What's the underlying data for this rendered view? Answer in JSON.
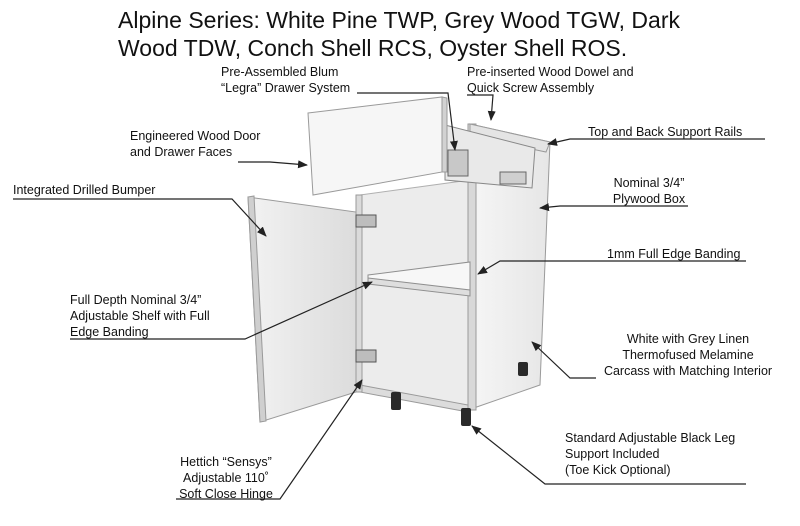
{
  "title": {
    "line1": "Alpine Series: White Pine TWP, Grey Wood TGW, Dark",
    "line2": "Wood TDW, Conch Shell RCS, Oyster Shell ROS."
  },
  "callouts": {
    "drawer_system": [
      "Pre-Assembled Blum",
      "“Legra” Drawer System"
    ],
    "dowel": [
      "Pre-inserted Wood Dowel and",
      "Quick Screw Assembly"
    ],
    "door_faces": [
      "Engineered Wood Door",
      "and Drawer Faces"
    ],
    "support_rails": [
      "Top and Back Support Rails"
    ],
    "bumper": [
      "Integrated Drilled Bumper"
    ],
    "plywood": [
      "Nominal 3/4”",
      "Plywood Box"
    ],
    "edge_banding": [
      "1mm Full Edge Banding"
    ],
    "shelf": [
      "Full Depth Nominal 3/4”",
      "Adjustable Shelf with Full",
      "Edge Banding"
    ],
    "carcass": [
      "White with Grey Linen",
      "Thermofused Melamine",
      "Carcass with Matching Interior"
    ],
    "leg": [
      "Standard Adjustable Black Leg",
      "Support Included",
      "(Toe Kick Optional)"
    ],
    "hinge": [
      "Hettich “Sensys”",
      "Adjustable 110˚",
      "Soft Close Hinge"
    ]
  },
  "colors": {
    "panel": "#f4f4f4",
    "panel_shade": "#e2e2e2",
    "edge": "#9a9a9a",
    "leg": "#2a2a2a",
    "arrow": "#222222"
  }
}
